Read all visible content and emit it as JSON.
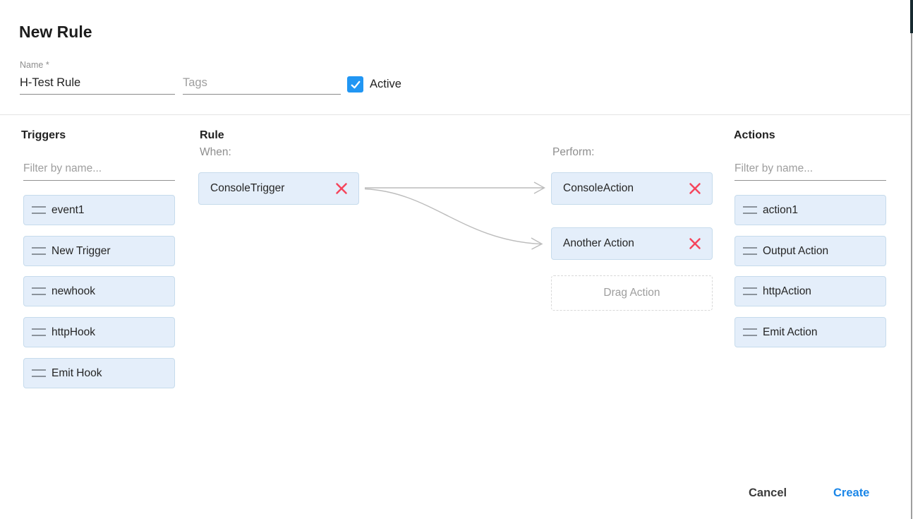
{
  "dialog": {
    "title": "New Rule",
    "name_field": {
      "label": "Name *",
      "value": "H-Test Rule"
    },
    "tags_field": {
      "placeholder": "Tags"
    },
    "active_checkbox": {
      "label": "Active",
      "checked": true
    },
    "footer": {
      "cancel_label": "Cancel",
      "create_label": "Create"
    }
  },
  "triggers_panel": {
    "title": "Triggers",
    "filter_placeholder": "Filter by name...",
    "items": [
      "event1",
      "New Trigger",
      "newhook",
      "httpHook",
      "Emit Hook"
    ]
  },
  "rule_panel": {
    "title": "Rule",
    "when_label": "When:",
    "perform_label": "Perform:",
    "when_items": [
      "ConsoleTrigger"
    ],
    "perform_items": [
      "ConsoleAction",
      "Another Action"
    ],
    "drop_placeholder": "Drag Action"
  },
  "actions_panel": {
    "title": "Actions",
    "filter_placeholder": "Filter by name...",
    "items": [
      "action1",
      "Output Action",
      "httpAction",
      "Emit Action"
    ]
  },
  "colors": {
    "checkbox_blue": "#2196f3",
    "create_blue": "#1a86e8",
    "remove_red": "#f5455c",
    "item_bg": "#e4eefa",
    "item_border": "#c6dbec",
    "arrow_gray": "#bdbdbd"
  }
}
